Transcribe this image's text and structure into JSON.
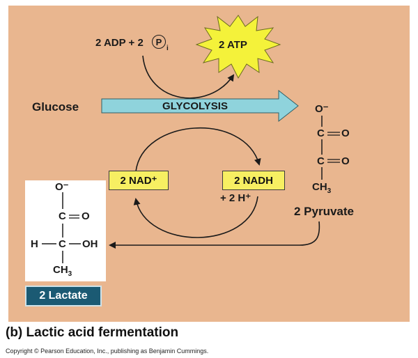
{
  "inputs": {
    "adp_pi": "2 ADP + 2",
    "p_symbol": "P",
    "p_subscript": "i"
  },
  "atp": "2 ATP",
  "glucose": "Glucose",
  "glycolysis": "GLYCOLYSIS",
  "nad_plus": "2 NAD⁺",
  "nadh": "2 NADH",
  "h_plus": "+ 2 H⁺",
  "pyruvate": {
    "o_minus": "O⁻",
    "c1": "C",
    "o1": "O",
    "c2": "C",
    "o2": "O",
    "ch3": "CH",
    "ch3_sub": "3",
    "label": "2 Pyruvate"
  },
  "lactate": {
    "o_minus": "O⁻",
    "c1": "C",
    "o1": "O",
    "h": "H",
    "c2": "C",
    "oh": "OH",
    "ch3": "CH",
    "ch3_sub": "3",
    "label": "2 Lactate"
  },
  "caption": "(b) Lactic acid fermentation",
  "copyright": "Copyright © Pearson Education, Inc., publishing as Benjamin Cummings.",
  "colors": {
    "background": "#e9b68f",
    "glycolysis_arrow": "#8fd3dc",
    "atp_burst": "#f4f23a",
    "cofactor_box": "#f7ef62",
    "lactate_label": "#1b5a73"
  }
}
